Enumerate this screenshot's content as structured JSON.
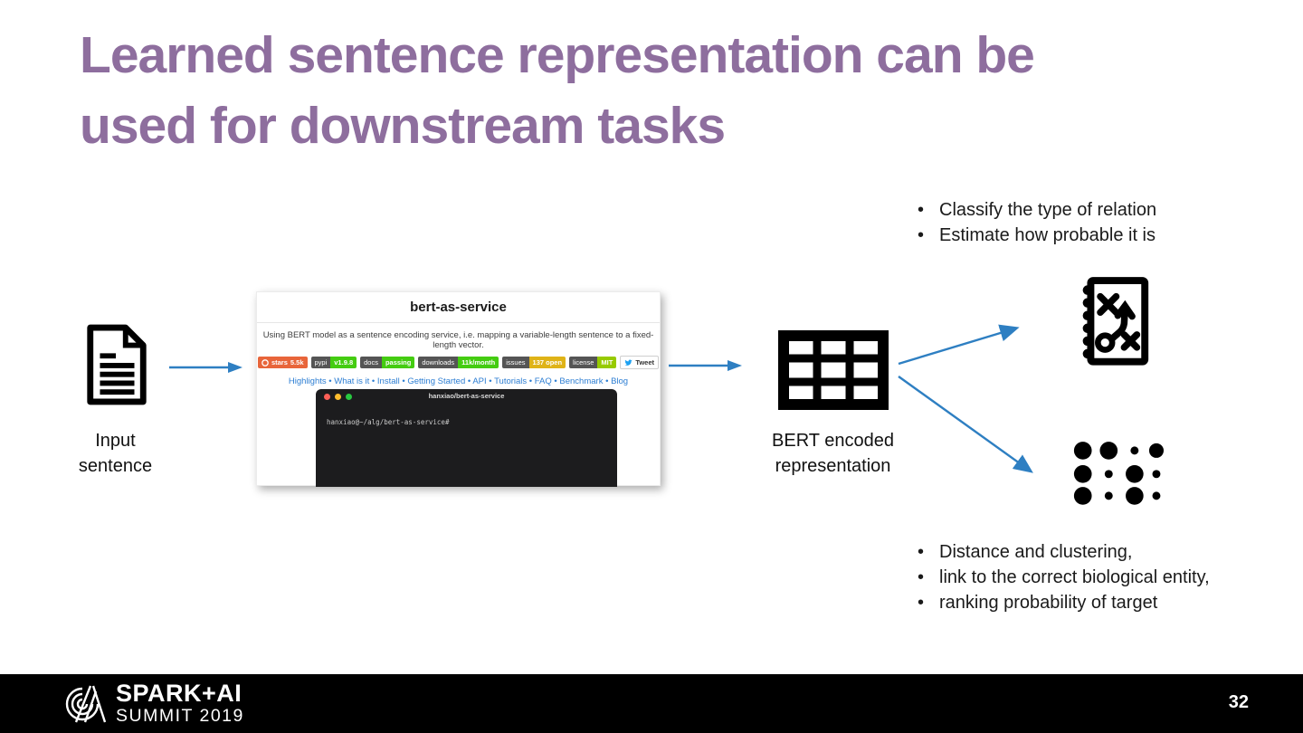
{
  "slide": {
    "title_line1": "Learned sentence representation can be",
    "title_line2": "used for downstream tasks",
    "page_number": "32"
  },
  "colors": {
    "title_purple": "#8e6e9e",
    "arrow_blue": "#2e7fc2",
    "badge_gray": "#555555",
    "badge_green": "#44cc11",
    "badge_yellow": "#dfb317",
    "badge_brightgreen": "#97ca00",
    "badge_orange": "#e8653a",
    "footer_bg": "#000000"
  },
  "diagram": {
    "input_label": "Input\nsentence",
    "bert_label": "BERT encoded\nrepresentation",
    "top_bullets": [
      "Classify the type of relation",
      "Estimate how probable it is"
    ],
    "bottom_bullets": [
      "Distance and clustering,",
      "link to the correct biological entity,",
      "ranking probability of target"
    ]
  },
  "bert_service_card": {
    "title": "bert-as-service",
    "subtitle": "Using BERT model as a sentence encoding service, i.e. mapping a variable-length sentence to a fixed-length vector.",
    "badges": [
      {
        "label": "stars",
        "value": "5.5k"
      },
      {
        "label": "pypi",
        "value": "v1.9.8"
      },
      {
        "label": "docs",
        "value": "passing"
      },
      {
        "label": "downloads",
        "value": "11k/month"
      },
      {
        "label": "issues",
        "value": "137 open"
      },
      {
        "label": "license",
        "value": "MIT"
      },
      {
        "label": "Tweet",
        "value": ""
      }
    ],
    "nav_links": [
      "Highlights",
      "What is it",
      "Install",
      "Getting Started",
      "API",
      "Tutorials",
      "FAQ",
      "Benchmark",
      "Blog"
    ],
    "terminal": {
      "title": "hanxiao/bert-as-service",
      "prompt": "hanxiao@~/alg/bert-as-service#"
    }
  },
  "footer": {
    "logo_line1": "SPARK+AI",
    "logo_line2": "SUMMIT 2019"
  }
}
